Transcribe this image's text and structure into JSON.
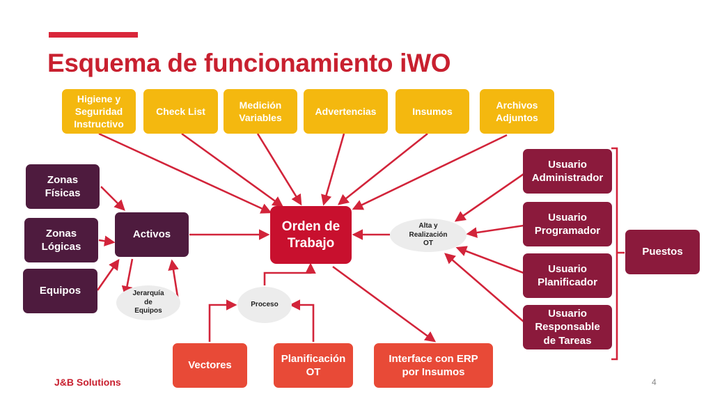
{
  "title": "Esquema de funcionamiento iWO",
  "footer": {
    "brand": "J&B Solutions",
    "page_number": "4"
  },
  "colors": {
    "accent": "#d9263a",
    "title": "#c8202f",
    "yellow": "#f4b80f",
    "purple": "#4e1b3e",
    "maroon": "#8b1a3c",
    "orange": "#e84a37",
    "core": "#c8102e",
    "oval": "#ececec",
    "arrow": "#d2243a"
  },
  "nodes": {
    "higiene": "Higiene y\nSeguridad\nInstructivo",
    "checklist": "Check List",
    "medicion": "Medición\nVariables",
    "advertencias": "Advertencias",
    "insumos": "Insumos",
    "archivos": "Archivos\nAdjuntos",
    "zonas_fisicas": "Zonas\nFísicas",
    "zonas_logicas": "Zonas\nLógicas",
    "equipos": "Equipos",
    "activos": "Activos",
    "orden": "Orden de\nTrabajo",
    "usuario_admin": "Usuario\nAdministrador",
    "usuario_programador": "Usuario\nProgramador",
    "usuario_planificador": "Usuario\nPlanificador",
    "usuario_responsable": "Usuario\nResponsable\nde Tareas",
    "puestos": "Puestos",
    "vectores": "Vectores",
    "planificacion": "Planificación\nOT",
    "interface": "Interface con ERP\npor Insumos"
  },
  "ovals": {
    "alta": "Alta y\nRealización\nOT",
    "jerarquia": "Jerarquía\nde\nEquipos",
    "proceso": "Proceso"
  }
}
